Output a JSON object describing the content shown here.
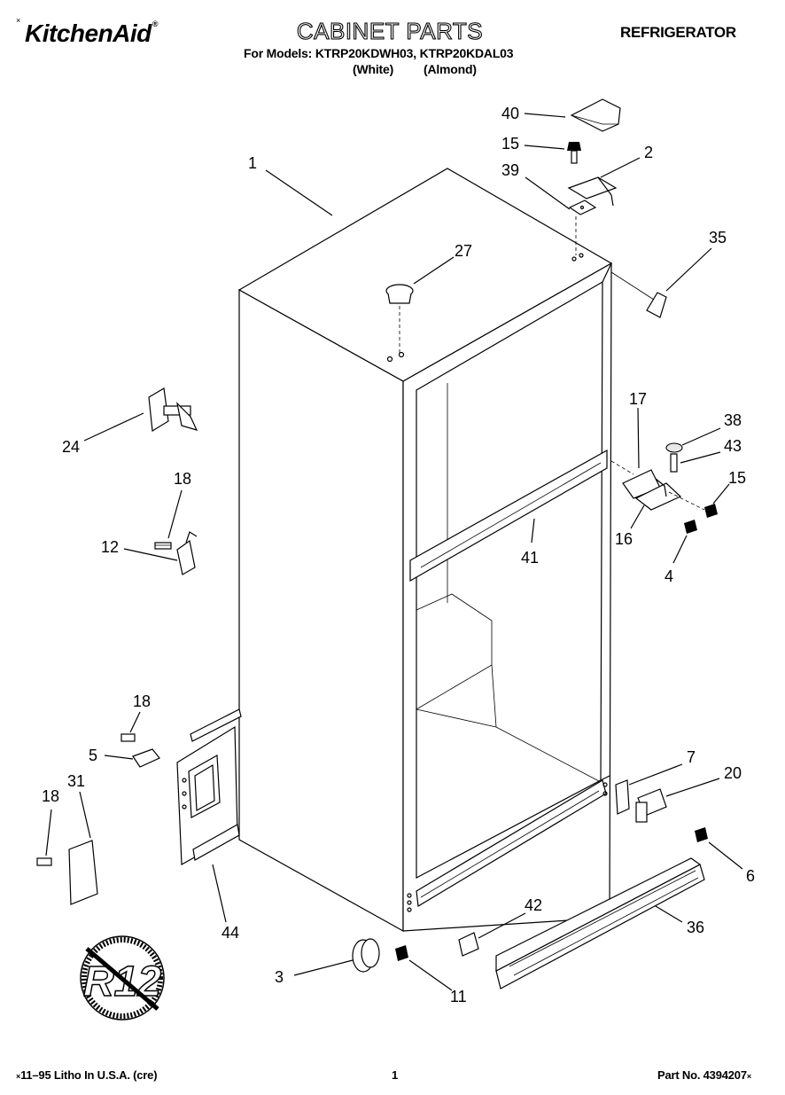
{
  "header": {
    "brand": "KitchenAid",
    "brand_mark": "®",
    "corner_mark": "×",
    "title": "CABINET PARTS",
    "models_line": "For Models: KTRP20KDWH03, KTRP20KDAL03",
    "variant_1": "(White)",
    "variant_2": "(Almond)",
    "category": "REFRIGERATOR"
  },
  "callouts": {
    "c1": "1",
    "c2": "2",
    "c3": "3",
    "c4": "4",
    "c5": "5",
    "c6": "6",
    "c7": "7",
    "c11": "11",
    "c12": "12",
    "c15a": "15",
    "c15b": "15",
    "c16": "16",
    "c17": "17",
    "c18a": "18",
    "c18b": "18",
    "c18c": "18",
    "c20": "20",
    "c24": "24",
    "c27": "27",
    "c31": "31",
    "c35": "35",
    "c36": "36",
    "c38": "38",
    "c39": "39",
    "c40": "40",
    "c41": "41",
    "c42": "42",
    "c43": "43",
    "c44": "44"
  },
  "badge": {
    "text": "R12"
  },
  "footer": {
    "left": "11–95 Litho In U.S.A. (cre)",
    "left_mark": "×",
    "page": "1",
    "right": "Part No. 4394207",
    "right_mark": "×"
  }
}
